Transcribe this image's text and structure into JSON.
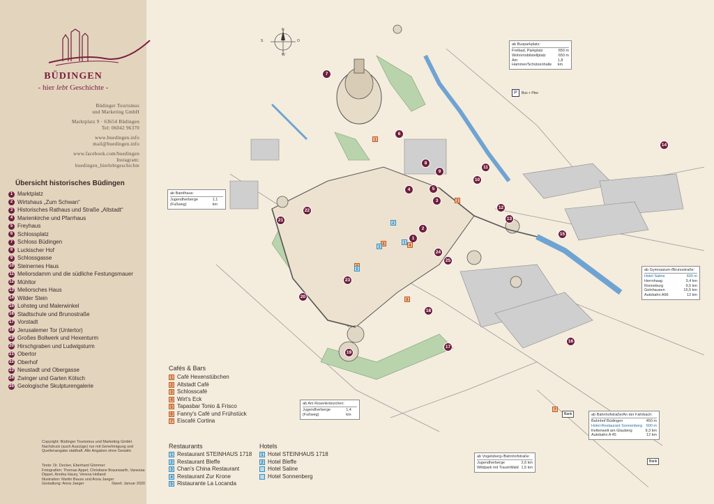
{
  "brand": {
    "title": "BÜDINGEN",
    "tagline_1": "- hier ",
    "tagline_em": "lebt",
    "tagline_2": " Geschichte -"
  },
  "contact": [
    "Büdinger Tourismus",
    "und Marketing GmbH",
    "",
    "Marktplatz 9 · 63654 Büdingen",
    "Tel: 06042 96370",
    "",
    "www.buedingen.info",
    "mail@buedingen.info",
    "",
    "www.facebook.com/buedingen",
    "Instagram:",
    "buedingen_hierlebtgeschichte"
  ],
  "sites_title": "Übersicht historisches Büdingen",
  "sites": [
    {
      "n": "1",
      "name": "Marktplatz"
    },
    {
      "n": "2",
      "name": "Wirtshaus „Zum Schwan“"
    },
    {
      "n": "3",
      "name": "Historisches Rathaus und Straße „Altstadt“"
    },
    {
      "n": "4",
      "name": "Marienkirche und Pfarrhaus"
    },
    {
      "n": "5",
      "name": "Freyhaus"
    },
    {
      "n": "6",
      "name": "Schlossplatz"
    },
    {
      "n": "7",
      "name": "Schloss Büdingen"
    },
    {
      "n": "8",
      "name": "Luckischer Hof"
    },
    {
      "n": "9",
      "name": "Schlossgasse"
    },
    {
      "n": "10",
      "name": "Steinernes Haus"
    },
    {
      "n": "11",
      "name": "Meliorsdamm und die südliche Festungsmauer"
    },
    {
      "n": "12",
      "name": "Mühltor"
    },
    {
      "n": "13",
      "name": "Meliorsches Haus"
    },
    {
      "n": "14",
      "name": "Wilder Stein"
    },
    {
      "n": "15",
      "name": "Lohsteg und Malerwinkel"
    },
    {
      "n": "16",
      "name": "Stadtschule und Brunostraße"
    },
    {
      "n": "17",
      "name": "Vorstadt"
    },
    {
      "n": "18",
      "name": "Jerusalemer Tor (Untertor)"
    },
    {
      "n": "19",
      "name": "Großes Bollwerk und Hexenturm"
    },
    {
      "n": "20",
      "name": "Hirschgraben und Ludwigsturm"
    },
    {
      "n": "21",
      "name": "Obertor"
    },
    {
      "n": "22",
      "name": "Oberhof"
    },
    {
      "n": "23",
      "name": "Neustadt und Obergasse"
    },
    {
      "n": "24",
      "name": "Zwinger und Garten Kölsch"
    },
    {
      "n": "25",
      "name": "Geologische Skulpturengalerie"
    }
  ],
  "copyright": "Copyright: Büdinger Tourismus und Marketing GmbH. Nachdruck (auch Auszüge) nur mit Genehmigung und Quellenangabe statthaft. Alle Angaben ohne Gewähr.",
  "credits": {
    "text": "Texte: Dr. Decker, Eberhard Gömmer",
    "photos": "Fotografien: Thomas Appel, Christiane Braunwarth, Vanessa Dippel, Annika Haury, Verena Holland",
    "illustration": "Illustration: Martin Bauss und Anna Jaeger",
    "design": "Gestaltung: Anna Jaeger",
    "date": "Stand: Januar 2020"
  },
  "cafes_title": "Cafés & Bars",
  "cafes": [
    {
      "n": "1",
      "name": "Café Hexenstübchen"
    },
    {
      "n": "2",
      "name": "Altstadt Café"
    },
    {
      "n": "3",
      "name": "Schlosscafé"
    },
    {
      "n": "4",
      "name": "Wirt's Eck"
    },
    {
      "n": "5",
      "name": "Tapasbar Tonio & Frisco"
    },
    {
      "n": "6",
      "name": "Fanny's Café und Frühstück"
    },
    {
      "n": "7",
      "name": "Eiscafé Cortina"
    }
  ],
  "restaurants_title": "Restaurants",
  "restaurants": [
    {
      "n": "1",
      "name": "Restaurant STEINHAUS 1718"
    },
    {
      "n": "2",
      "name": "Restaurant Bleffe"
    },
    {
      "n": "3",
      "name": "Chan's China Restaurant"
    },
    {
      "n": "4",
      "name": "Restaurant Zur Krone"
    },
    {
      "n": "5",
      "name": "Ristaurante La Locanda"
    }
  ],
  "hotels_title": "Hotels",
  "hotels": [
    {
      "n": "1",
      "name": "Hotel STEINHAUS 1718"
    },
    {
      "n": "2",
      "name": "Hotel Bleffe"
    },
    {
      "n": "",
      "name": "Hotel Saline"
    },
    {
      "n": "",
      "name": "Hotel Sonnenberg"
    }
  ],
  "dist_bus": {
    "head": "ab Busparkplatz:",
    "rows": [
      {
        "name": "Freibad, Parkplatz",
        "val": "650 m"
      },
      {
        "name": "Wohnmobilstellplatz",
        "val": "650 m"
      },
      {
        "name": "Am Hammer/Schützenhalle",
        "val": "1,8 km"
      }
    ]
  },
  "dist_bandhaus": {
    "head": "ab Bandhaus:",
    "rows": [
      {
        "name": "Jugendherberge (Fußweg)",
        "val": "1,1 km"
      }
    ]
  },
  "dist_gymnasium": {
    "head": "ab Gymnasium-/Brunostraße:",
    "rows": [
      {
        "name": "Hotel Saline",
        "val": "600 m",
        "hl": true
      },
      {
        "name": "Herrnhaag",
        "val": "3,4 km"
      },
      {
        "name": "Ronneburg",
        "val": "9,5 km"
      },
      {
        "name": "Gelnhausen",
        "val": "15,5 km"
      },
      {
        "name": "Autobahn A66",
        "val": "12 km"
      }
    ]
  },
  "dist_rosen": {
    "head": "ab Am Rosenkränzchen:",
    "rows": [
      {
        "name": "Jugendherberge (Fußweg)",
        "val": "1,4 km"
      }
    ]
  },
  "dist_bahnhof": {
    "head": "ab Bahnhofstraße/An der Fahrbach:",
    "rows": [
      {
        "name": "Bahnhof Büdingen",
        "val": "450 m"
      },
      {
        "name": "Hotel-Restaurant Sonnenberg",
        "val": "600 m",
        "hl": true
      },
      {
        "name": "Keltenwelt am Glauberg",
        "val": "9,3 km"
      },
      {
        "name": "Autobahn A 45",
        "val": "12 km"
      }
    ]
  },
  "dist_vogels": {
    "head": "ab Vogelsberg-/Bahnhofstraße:",
    "rows": [
      {
        "name": "Jugendherberge",
        "val": "2,6 km"
      },
      {
        "name": "Wildpark mit TraumWald",
        "val": "1,5 km"
      }
    ]
  },
  "map_labels": {
    "bus_pkw": "Bus + Pkw",
    "bank": "Bank",
    "compass_n": "N",
    "compass_s": "S",
    "compass_o": "O",
    "compass_w": "W"
  }
}
